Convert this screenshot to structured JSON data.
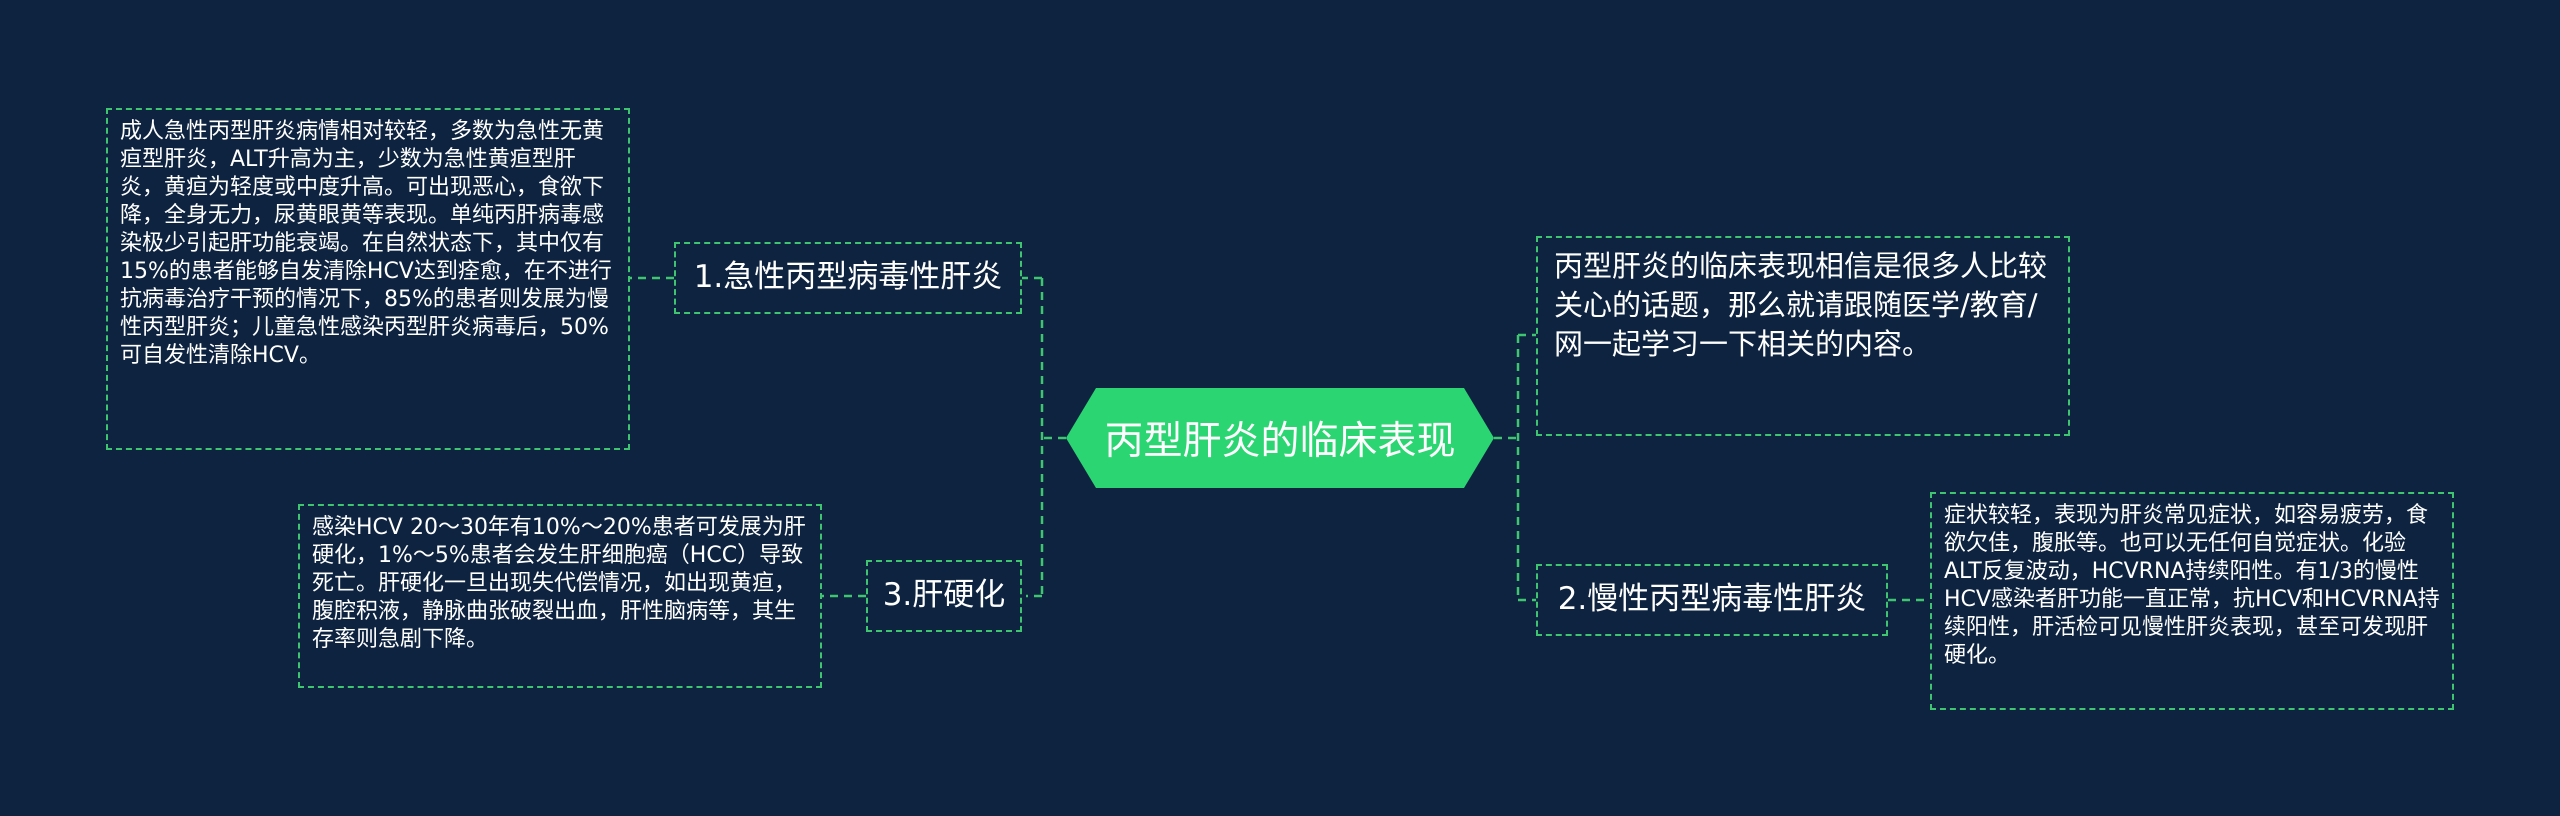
{
  "diagram": {
    "central": "丙型肝炎的临床表现",
    "intro": "丙型肝炎的临床表现相信是很多人比较关心的话题，那么就请跟随医学/教育/网一起学习一下相关的内容。",
    "topics": [
      {
        "label": "1.急性丙型病毒性肝炎",
        "detail": "成人急性丙型肝炎病情相对较轻，多数为急性无黄疸型肝炎，ALT升高为主，少数为急性黄疸型肝炎，黄疸为轻度或中度升高。可出现恶心，食欲下降，全身无力，尿黄眼黄等表现。单纯丙肝病毒感染极少引起肝功能衰竭。在自然状态下，其中仅有15%的患者能够自发清除HCV达到痊愈，在不进行抗病毒治疗干预的情况下，85%的患者则发展为慢性丙型肝炎；儿童急性感染丙型肝炎病毒后，50%可自发性清除HCV。"
      },
      {
        "label": "2.慢性丙型病毒性肝炎",
        "detail": "症状较轻，表现为肝炎常见症状，如容易疲劳，食欲欠佳，腹胀等。也可以无任何自觉症状。化验ALT反复波动，HCVRNA持续阳性。有1/3的慢性HCV感染者肝功能一直正常，抗HCV和HCVRNA持续阳性，肝活检可见慢性肝炎表现，甚至可发现肝硬化。"
      },
      {
        "label": "3.肝硬化",
        "detail": "感染HCV 20～30年有10%～20%患者可发展为肝硬化，1%～5%患者会发生肝细胞癌（HCC）导致死亡。肝硬化一旦出现失代偿情况，如出现黄疸，腹腔积液，静脉曲张破裂出血，肝性脑病等，其生存率则急剧下降。"
      }
    ]
  },
  "colors": {
    "background": "#0d2340",
    "accent": "#2bd672",
    "connector": "#3fc46f",
    "text": "#ffffff"
  }
}
